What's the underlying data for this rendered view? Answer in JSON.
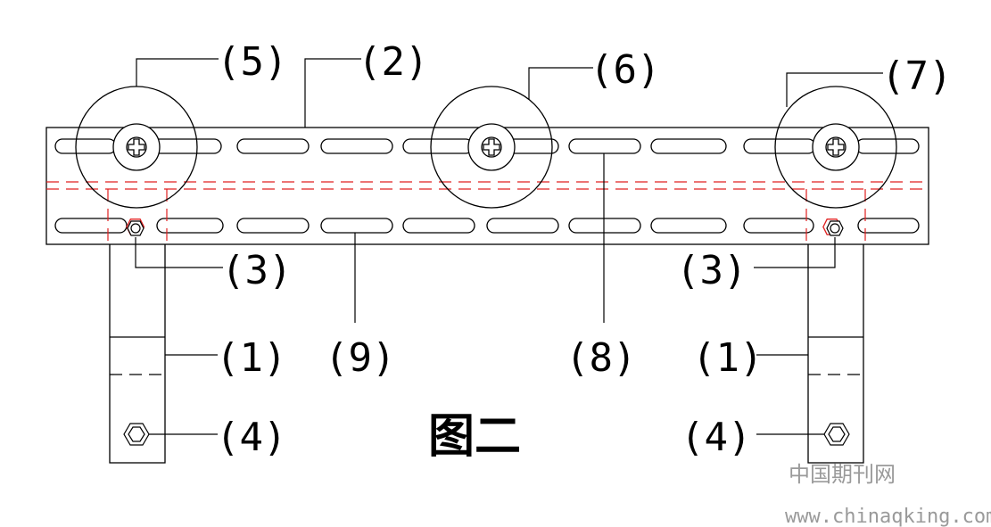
{
  "figure": {
    "title": "图二",
    "labels": {
      "bracket_left": "(1)",
      "bracket_right": "(1)",
      "plate": "(2)",
      "nut_left": "(3)",
      "nut_right": "(3)",
      "bolt_left": "(4)",
      "bolt_right": "(4)",
      "wheel_left": "(5)",
      "wheel_center": "(6)",
      "wheel_right": "(7)",
      "slot_upper": "(8)",
      "slot_lower": "(9)"
    },
    "colors": {
      "line": "#000000",
      "hidden_line": "#e02020"
    }
  },
  "watermark": {
    "site_name": "中国期刊网",
    "url": "www.chinaqking.com"
  }
}
